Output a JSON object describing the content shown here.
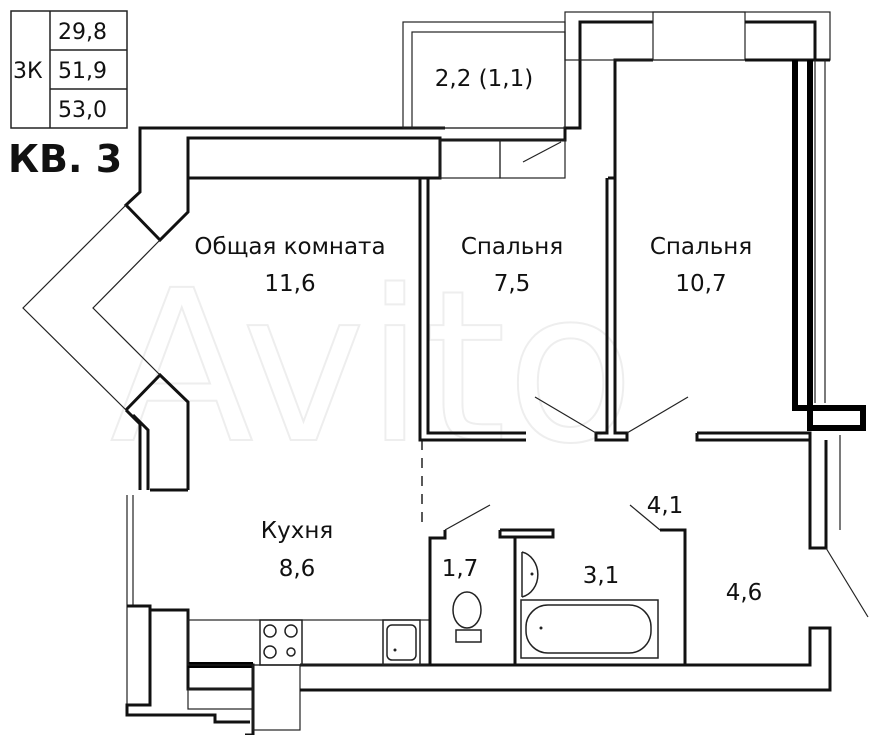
{
  "legend": {
    "rooms_label": "3К",
    "areas": [
      "29,8",
      "51,9",
      "53,0"
    ]
  },
  "apartment_title": "КВ. 3",
  "watermark": "Avito",
  "rooms": [
    {
      "name": "Общая комната",
      "area": "11,6"
    },
    {
      "name": "Спальня",
      "area": "7,5"
    },
    {
      "name": "Спальня",
      "area": "10,7"
    },
    {
      "name": "Кухня",
      "area": "8,6"
    }
  ],
  "areas": {
    "balcony": "2,2 (1,1)",
    "toilet": "1,7",
    "bathroom": "3,1",
    "corridor": "4,1",
    "hall": "4,6"
  }
}
